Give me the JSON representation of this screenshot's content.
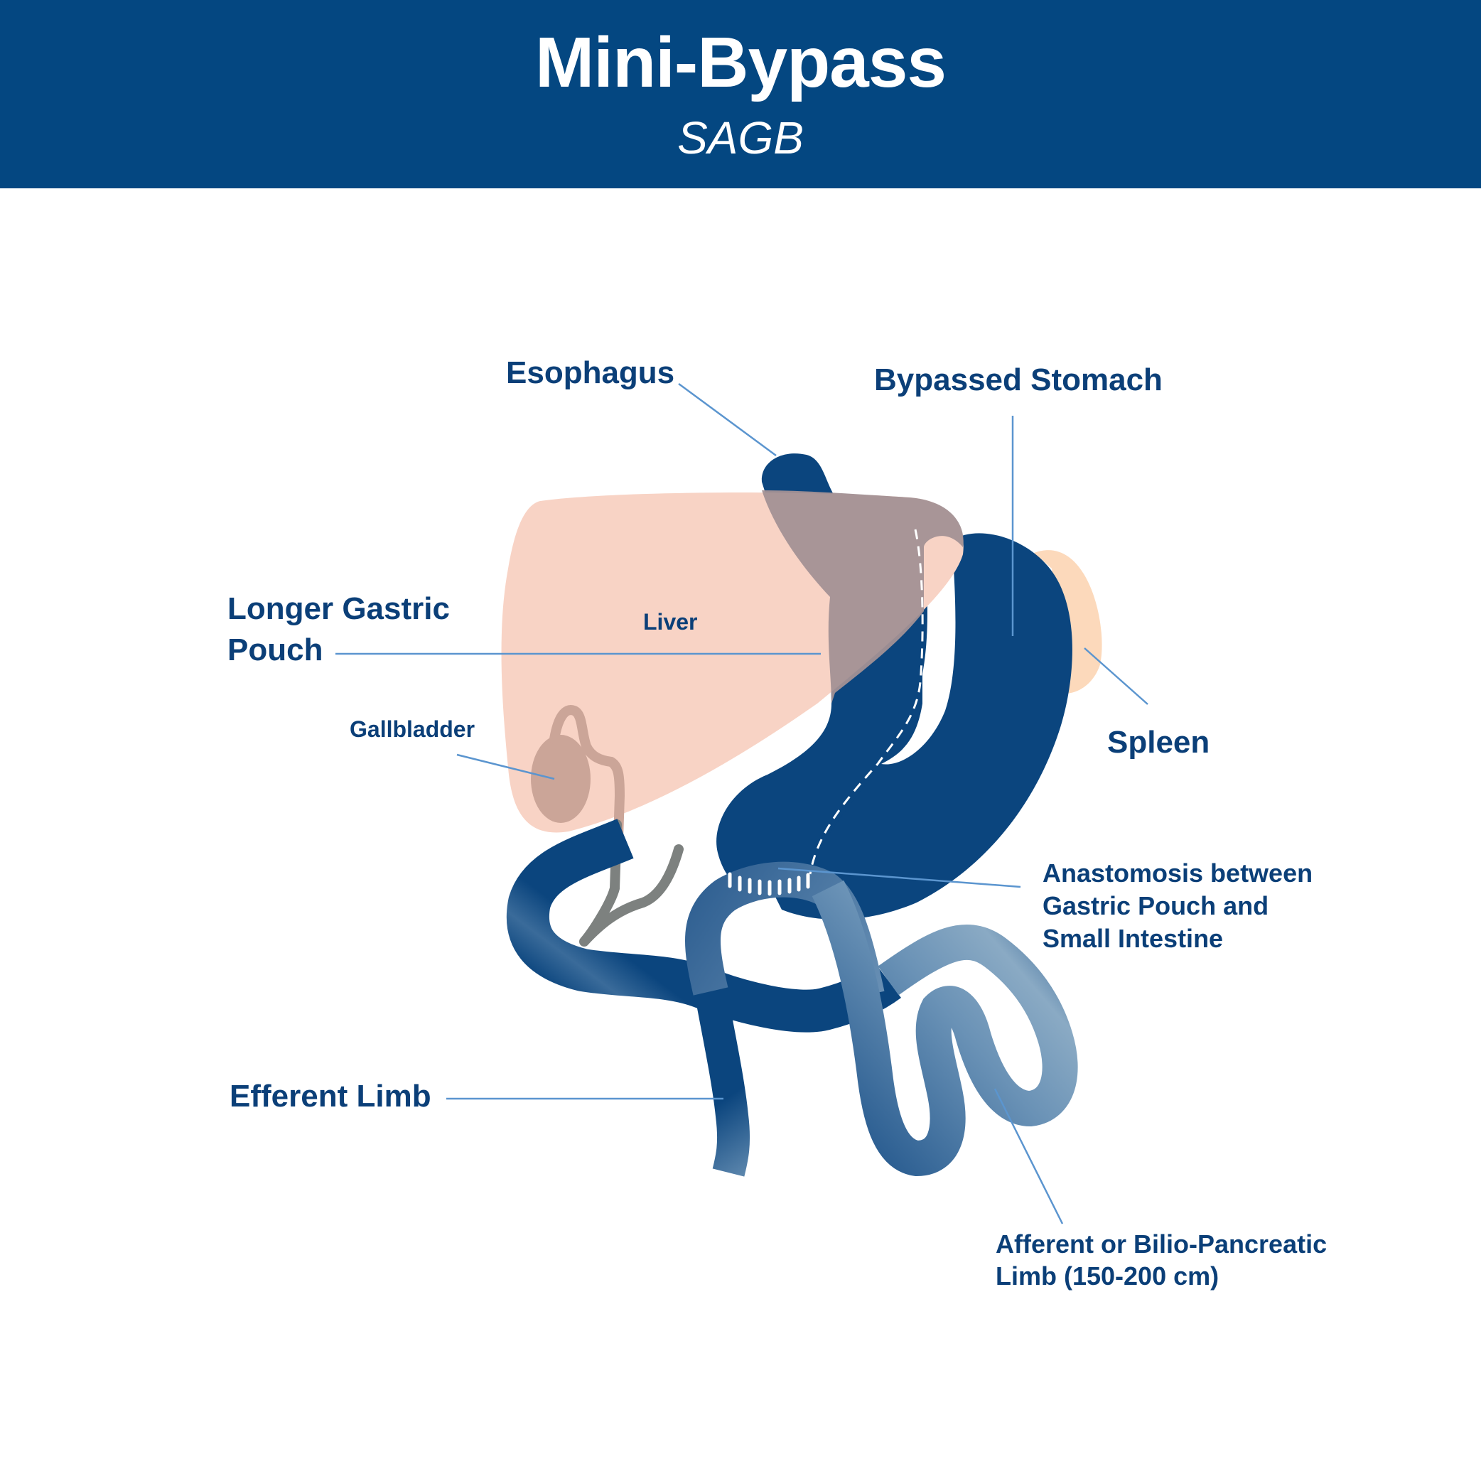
{
  "header": {
    "title": "Mini-Bypass",
    "subtitle": "SAGB",
    "background": "#044781"
  },
  "colors": {
    "label_text": "#0b3f78",
    "leader_line": "#5b95cf",
    "stomach": "#0b457e",
    "liver": "#f8d3c5",
    "overlap": "#a39195",
    "spleen": "#fcd9bb",
    "gallbladder": "#cba598",
    "duct": "#7d817f",
    "intestine_light": "#8aaac4"
  },
  "labels": {
    "esophagus": "Esophagus",
    "bypassed_stomach": "Bypassed Stomach",
    "longer_gastric_pouch_line1": "Longer Gastric",
    "longer_gastric_pouch_line2": "Pouch",
    "liver": "Liver",
    "gallbladder": "Gallbladder",
    "spleen": "Spleen",
    "anastomosis_line1": "Anastomosis between",
    "anastomosis_line2": "Gastric Pouch and",
    "anastomosis_line3": "Small Intestine",
    "efferent_limb": "Efferent Limb",
    "afferent_line1": "Afferent or Bilio-Pancreatic",
    "afferent_line2": "Limb (150-200 cm)"
  }
}
